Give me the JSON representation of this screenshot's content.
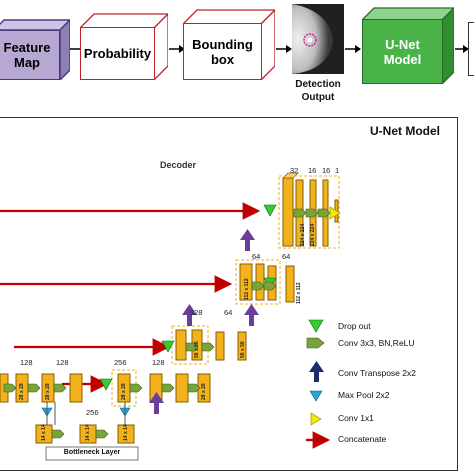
{
  "pipeline": {
    "feature_map": "Feature\nMap",
    "probability": "Probability",
    "bounding_box": "Bounding\nbox",
    "detection_output": "Detection\nOutput",
    "unet_model": "U-Net\nModel"
  },
  "unet": {
    "title": "U-Net Model",
    "decoder_label": "Decoder",
    "bottleneck_label": "Bottleneck Layer",
    "channels": {
      "top_32": "32",
      "top_16a": "16",
      "top_16b": "16",
      "top_1": "1",
      "mid_64a": "64",
      "mid_64b": "64",
      "low_128a": "128",
      "low_64": "64",
      "enc_128a": "128",
      "enc_128b": "128",
      "enc_256": "256",
      "enc_128c": "128",
      "bot_256": "256"
    },
    "sizes": {
      "s224a": "224 x 224",
      "s224b": "224 x 224",
      "s112a": "112 x 112",
      "s112b": "112 x 112",
      "s56a": "56 x 56",
      "s56b": "56 x 56",
      "s28a": "28 x 28",
      "s28b": "28 x 28",
      "s28c": "28 x 28",
      "s28d": "28 x 28",
      "s14a": "14 x 14",
      "s14b": "14 x 14",
      "s14c": "14 x 14"
    }
  },
  "legend": {
    "dropout": "Drop out",
    "conv3": "Conv 3x3, BN,ReLU",
    "convT": "Conv Transpose 2x2",
    "maxpool": "Max Pool 2x2",
    "conv1": "Conv 1x1",
    "concat": "Concatenate"
  },
  "colors": {
    "purple_face": "#b7a7d3",
    "purple_border": "#4a3b7a",
    "red_border": "#c0202a",
    "green_face": "#49b34a",
    "block_yellow": "#f2b21c",
    "arrow_red": "#c00000",
    "arrow_purple": "#6a3d9a",
    "dropout_green": "#33cc33",
    "maxpool_blue": "#29a3d9",
    "conv_green": "#7aa43a",
    "convT_navy": "#1f2a6b",
    "conv1_yellow": "#f5e800"
  }
}
